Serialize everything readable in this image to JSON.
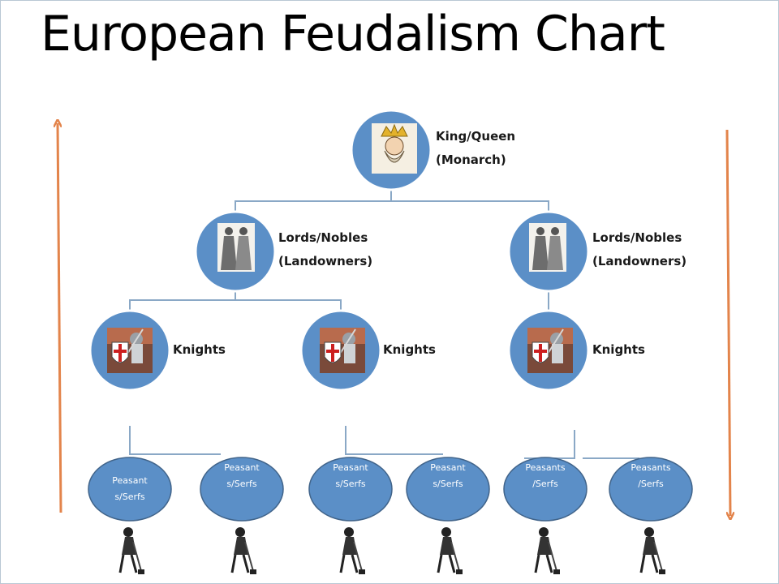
{
  "title": "European Feudalism Chart",
  "colors": {
    "circle_fill": "#5b8fc7",
    "circle_ring": "#ffffff",
    "connector": "#8aa8c6",
    "peasant_fill": "#5b8fc7",
    "peasant_stroke": "#41648a",
    "arrow": "#e3844b"
  },
  "monarch": {
    "label_line1": "King/Queen",
    "label_line2": "(Monarch)",
    "icon": "crowned-king-icon"
  },
  "lords": [
    {
      "label_line1": "Lords/Nobles",
      "label_line2": "(Landowners)",
      "icon": "nobles-icon"
    },
    {
      "label_line1": "Lords/Nobles",
      "label_line2": "(Landowners)",
      "icon": "nobles-icon"
    }
  ],
  "knights": [
    {
      "label": "Knights",
      "icon": "crusader-knight-icon"
    },
    {
      "label": "Knights",
      "icon": "crusader-knight-icon"
    },
    {
      "label": "Knights",
      "icon": "crusader-knight-icon"
    }
  ],
  "peasants": [
    {
      "line1": "Peasant",
      "line2": "s/Serfs"
    },
    {
      "line1": "Peasant",
      "line2": "s/Serfs"
    },
    {
      "line1": "Peasant",
      "line2": "s/Serfs"
    },
    {
      "line1": "Peasant",
      "line2": "s/Serfs"
    },
    {
      "line1": "Peasants",
      "line2": "/Serfs"
    },
    {
      "line1": "Peasants",
      "line2": "/Serfs"
    }
  ],
  "arrows": {
    "left": "up-arrow",
    "right": "down-arrow"
  }
}
